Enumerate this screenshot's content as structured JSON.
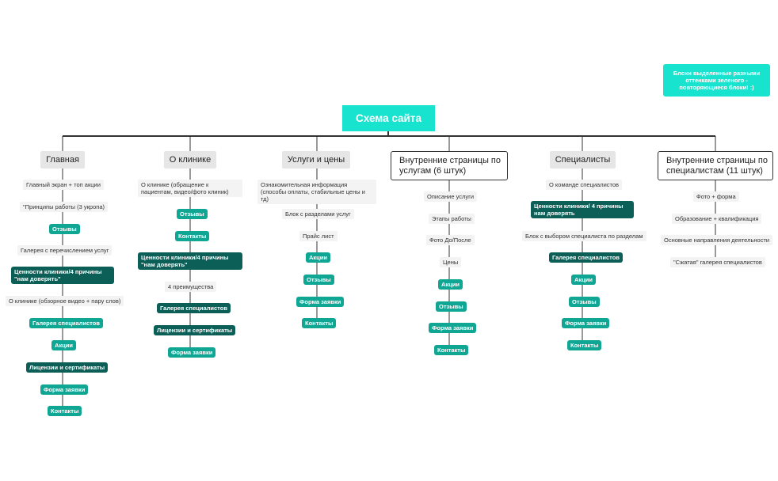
{
  "root": {
    "label": "Схема сайта"
  },
  "note": {
    "label": "Блоки выделенные разными оттенками зеленого - повторяющиеся блоки! :)"
  },
  "columns": [
    {
      "head": "Главная",
      "head_style": "gray",
      "items": [
        {
          "label": "Главный экран + топ акции",
          "style": "plain"
        },
        {
          "label": "\"Принципы работы (3 укропа)",
          "style": "plain"
        },
        {
          "label": "Отзывы",
          "style": "teal"
        },
        {
          "label": "Галерея с перечислением услуг",
          "style": "plain"
        },
        {
          "label": "Ценности клиники/4 причины \"нам доверять\"",
          "style": "dark"
        },
        {
          "label": "О клинике (обзорное видео + пару слов)",
          "style": "plain"
        },
        {
          "label": "Галерея специалистов",
          "style": "teal"
        },
        {
          "label": "Акции",
          "style": "teal"
        },
        {
          "label": "Лицензии и сертификаты",
          "style": "dark"
        },
        {
          "label": "Форма заявки",
          "style": "teal"
        },
        {
          "label": "Контакты",
          "style": "teal"
        }
      ]
    },
    {
      "head": "О клинике",
      "head_style": "gray",
      "items": [
        {
          "label": "О клинике (обращение к пациентам, видео/фото клиник)",
          "style": "plain"
        },
        {
          "label": "Отзывы",
          "style": "teal"
        },
        {
          "label": "Контакты",
          "style": "teal"
        },
        {
          "label": "Ценности клиники/4 причины \"нам доверять\"",
          "style": "dark"
        },
        {
          "label": "4 преимущества",
          "style": "plain"
        },
        {
          "label": "Галерея специалистов",
          "style": "dark"
        },
        {
          "label": "Лицензии и сертификаты",
          "style": "dark"
        },
        {
          "label": "Форма заявки",
          "style": "teal"
        }
      ]
    },
    {
      "head": "Услуги и цены",
      "head_style": "gray",
      "items": [
        {
          "label": "Ознакомительная информация (способы оплаты, стабильные цены и тд)",
          "style": "plain"
        },
        {
          "label": "Блок с разделами услуг",
          "style": "plain"
        },
        {
          "label": "Прайс лист",
          "style": "plain"
        },
        {
          "label": "Акции",
          "style": "teal"
        },
        {
          "label": "Отзывы",
          "style": "teal"
        },
        {
          "label": "Форма заявки",
          "style": "teal"
        },
        {
          "label": "Контакты",
          "style": "teal"
        }
      ]
    },
    {
      "head": "Внутренние страницы по услугам (6 штук)",
      "head_style": "outline",
      "items": [
        {
          "label": "Описание услуги",
          "style": "plain"
        },
        {
          "label": "Этапы работы",
          "style": "plain"
        },
        {
          "label": "Фото До/После",
          "style": "plain"
        },
        {
          "label": "Цены",
          "style": "plain"
        },
        {
          "label": "Акции",
          "style": "teal"
        },
        {
          "label": "Отзывы",
          "style": "teal"
        },
        {
          "label": "Форма заявки",
          "style": "teal"
        },
        {
          "label": "Контакты",
          "style": "teal"
        }
      ]
    },
    {
      "head": "Специалисты",
      "head_style": "gray",
      "items": [
        {
          "label": "О команде специалистов",
          "style": "plain"
        },
        {
          "label": "Ценности клиники/ 4 причины нам доверять",
          "style": "dark"
        },
        {
          "label": "Блок с выбором специалиста по разделам",
          "style": "plain"
        },
        {
          "label": "Галерея специалистов",
          "style": "dark"
        },
        {
          "label": "Акции",
          "style": "teal"
        },
        {
          "label": "Отзывы",
          "style": "teal"
        },
        {
          "label": "Форма заявки",
          "style": "teal"
        },
        {
          "label": "Контакты",
          "style": "teal"
        }
      ]
    },
    {
      "head": "Внутренние страницы по специалистам (11 штук)",
      "head_style": "outline",
      "items": [
        {
          "label": "Фото + форма",
          "style": "plain"
        },
        {
          "label": "Образование + квалификация",
          "style": "plain"
        },
        {
          "label": "Основные направления деятельности",
          "style": "plain"
        },
        {
          "label": "\"Сжатая\" галерея специалистов",
          "style": "plain"
        }
      ]
    }
  ],
  "colors": {
    "accent": "#17e3cf",
    "teal": "#10a694",
    "dark": "#0b5f57",
    "line": "#333333"
  }
}
